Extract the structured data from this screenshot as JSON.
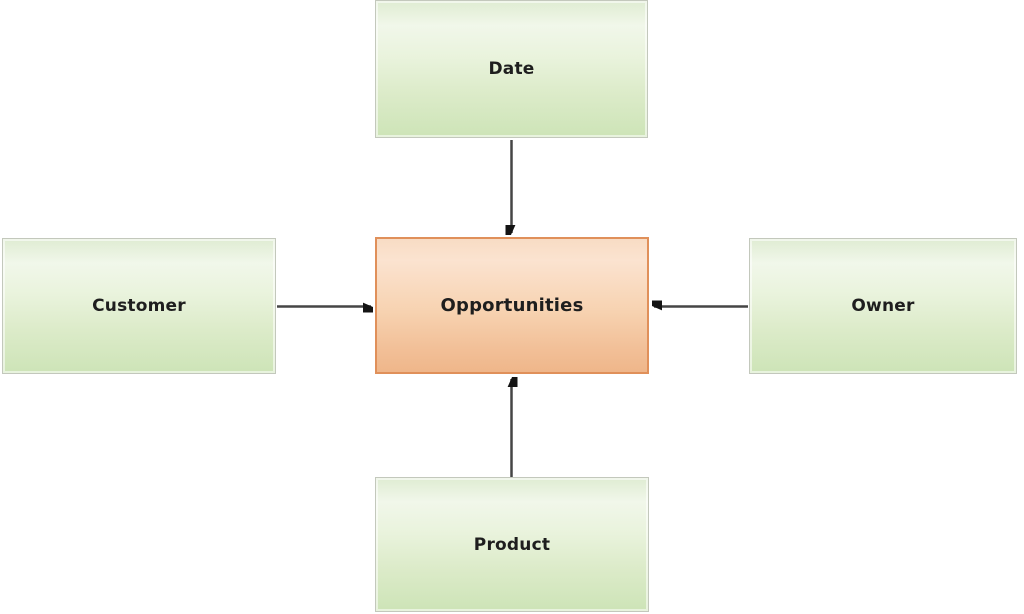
{
  "diagram": {
    "center": {
      "id": "opportunities",
      "label": "Opportunities"
    },
    "nodes": [
      {
        "id": "date",
        "label": "Date",
        "position": "top"
      },
      {
        "id": "customer",
        "label": "Customer",
        "position": "left"
      },
      {
        "id": "owner",
        "label": "Owner",
        "position": "right"
      },
      {
        "id": "product",
        "label": "Product",
        "position": "bottom"
      }
    ],
    "edges": [
      {
        "from": "date",
        "to": "opportunities",
        "direction": "down"
      },
      {
        "from": "customer",
        "to": "opportunities",
        "direction": "right"
      },
      {
        "from": "owner",
        "to": "opportunities",
        "direction": "left"
      },
      {
        "from": "product",
        "to": "opportunities",
        "direction": "up"
      }
    ],
    "colors": {
      "satellite_fill_light": "#f1f7ea",
      "satellite_fill_dark": "#cde4b7",
      "satellite_border": "#c3c8bc",
      "center_fill_light": "#fbe3d0",
      "center_fill_dark": "#efb68a",
      "center_border": "#e0905a",
      "arrow_line": "#454545",
      "arrow_head": "#141414",
      "text": "#1e1e1e",
      "background": "#ffffff"
    }
  }
}
